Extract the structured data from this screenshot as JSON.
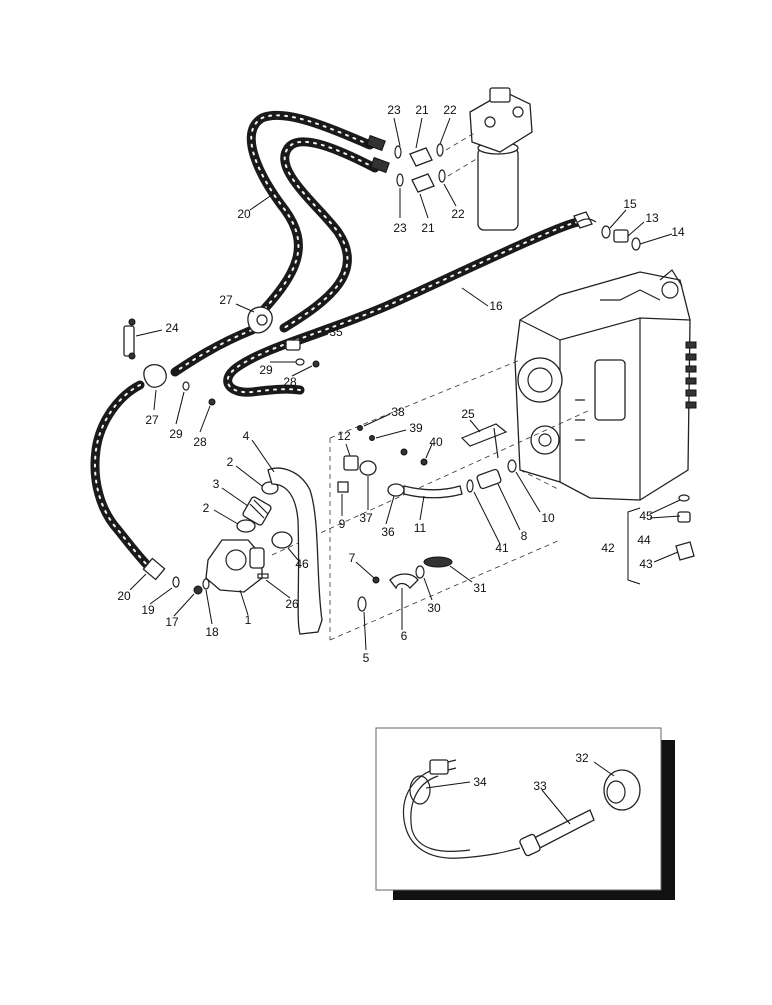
{
  "callouts": [
    {
      "id": "c1",
      "text": "1"
    },
    {
      "id": "c2a",
      "text": "2"
    },
    {
      "id": "c2b",
      "text": "2"
    },
    {
      "id": "c3",
      "text": "3"
    },
    {
      "id": "c4",
      "text": "4"
    },
    {
      "id": "c5",
      "text": "5"
    },
    {
      "id": "c6",
      "text": "6"
    },
    {
      "id": "c7",
      "text": "7"
    },
    {
      "id": "c8",
      "text": "8"
    },
    {
      "id": "c9",
      "text": "9"
    },
    {
      "id": "c10",
      "text": "10"
    },
    {
      "id": "c11",
      "text": "11"
    },
    {
      "id": "c12",
      "text": "12"
    },
    {
      "id": "c13",
      "text": "13"
    },
    {
      "id": "c14",
      "text": "14"
    },
    {
      "id": "c15",
      "text": "15"
    },
    {
      "id": "c16",
      "text": "16"
    },
    {
      "id": "c17",
      "text": "17"
    },
    {
      "id": "c18",
      "text": "18"
    },
    {
      "id": "c19",
      "text": "19"
    },
    {
      "id": "c20a",
      "text": "20"
    },
    {
      "id": "c20b",
      "text": "20"
    },
    {
      "id": "c21a",
      "text": "21"
    },
    {
      "id": "c21b",
      "text": "21"
    },
    {
      "id": "c22a",
      "text": "22"
    },
    {
      "id": "c22b",
      "text": "22"
    },
    {
      "id": "c23a",
      "text": "23"
    },
    {
      "id": "c23b",
      "text": "23"
    },
    {
      "id": "c24",
      "text": "24"
    },
    {
      "id": "c25",
      "text": "25"
    },
    {
      "id": "c26",
      "text": "26"
    },
    {
      "id": "c27a",
      "text": "27"
    },
    {
      "id": "c27b",
      "text": "27"
    },
    {
      "id": "c28a",
      "text": "28"
    },
    {
      "id": "c28b",
      "text": "28"
    },
    {
      "id": "c29a",
      "text": "29"
    },
    {
      "id": "c29b",
      "text": "29"
    },
    {
      "id": "c30",
      "text": "30"
    },
    {
      "id": "c31",
      "text": "31"
    },
    {
      "id": "c32",
      "text": "32"
    },
    {
      "id": "c33",
      "text": "33"
    },
    {
      "id": "c34",
      "text": "34"
    },
    {
      "id": "c35",
      "text": "35"
    },
    {
      "id": "c36",
      "text": "36"
    },
    {
      "id": "c37",
      "text": "37"
    },
    {
      "id": "c38",
      "text": "38"
    },
    {
      "id": "c39",
      "text": "39"
    },
    {
      "id": "c40",
      "text": "40"
    },
    {
      "id": "c41",
      "text": "41"
    },
    {
      "id": "c42",
      "text": "42"
    },
    {
      "id": "c43",
      "text": "43"
    },
    {
      "id": "c44",
      "text": "44"
    },
    {
      "id": "c45",
      "text": "45"
    },
    {
      "id": "c46",
      "text": "46"
    }
  ]
}
